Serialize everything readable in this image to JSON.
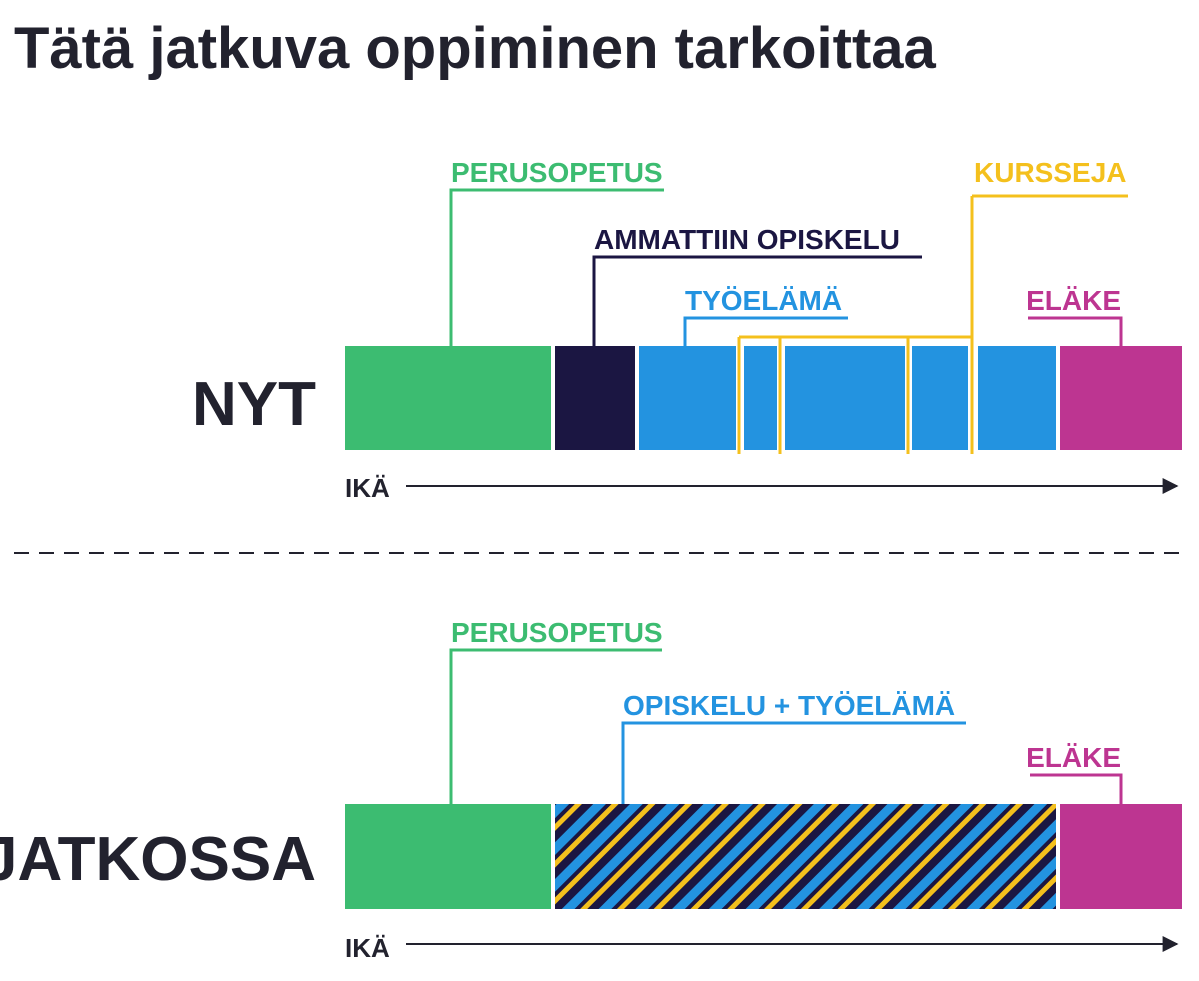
{
  "title": "Tätä jatkuva oppiminen tarkoittaa",
  "colors": {
    "green": "#3cbc71",
    "navy": "#1b1642",
    "blue": "#2393e0",
    "yellow": "#f4c01d",
    "magenta": "#bd3591",
    "text": "#22222e"
  },
  "now": {
    "row_label": "NYT",
    "axis_label": "IKÄ",
    "labels": {
      "perusopetus": "PERUSOPETUS",
      "ammattiin_opiskelu": "AMMATTIIN OPISKELU",
      "tyoelama": "TYÖELÄMÄ",
      "kursseja": "KURSSEJA",
      "elake": "ELÄKE"
    }
  },
  "future": {
    "row_label": "JATKOSSA",
    "axis_label": "IKÄ",
    "labels": {
      "perusopetus": "PERUSOPETUS",
      "opiskelu_tyoelama": "OPISKELU + TYÖELÄMÄ",
      "elake": "ELÄKE"
    }
  }
}
